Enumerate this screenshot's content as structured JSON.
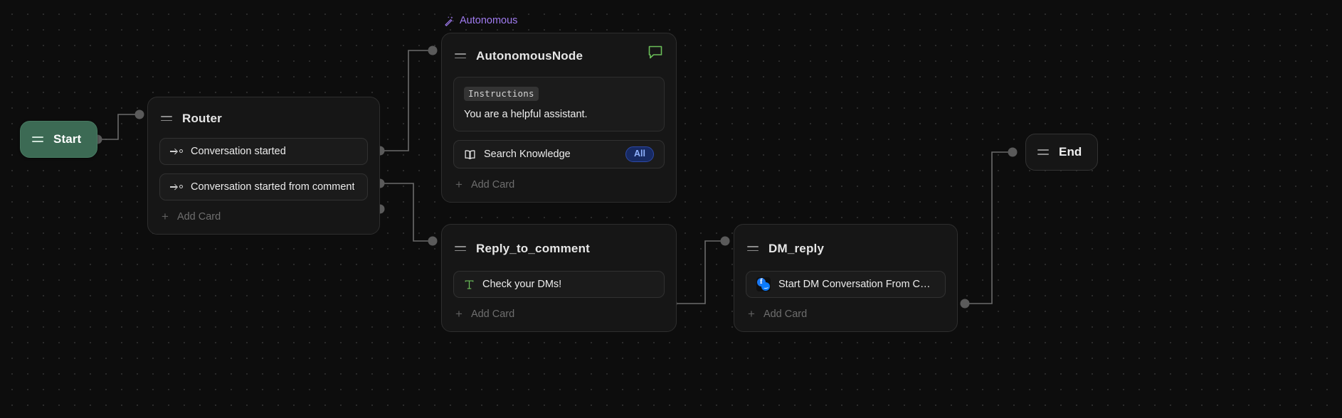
{
  "canvas": {
    "background_color": "#0d0d0d",
    "grid_dot_color": "#2b2b2b",
    "edge_color": "#6b6b6b"
  },
  "nodes": {
    "start": {
      "label": "Start",
      "color": "#3c6a54",
      "handle_icon": "drag-handle-icon"
    },
    "router": {
      "title": "Router",
      "add_card_label": "Add Card",
      "cards": [
        {
          "label": "Conversation started",
          "icon": "route-arrow-icon"
        },
        {
          "label": "Conversation started from comment",
          "icon": "route-arrow-icon"
        }
      ]
    },
    "autonomous": {
      "group_tag": "Autonomous",
      "group_tag_icon": "magic-wand-icon",
      "group_tag_color": "#a07bf0",
      "title": "AutonomousNode",
      "chat_icon": "chat-bubble-icon",
      "chat_icon_color": "#6bbf59",
      "instructions_tag": "Instructions",
      "instructions_text": "You are a helpful assistant.",
      "knowledge_card": {
        "label": "Search Knowledge",
        "icon": "book-icon",
        "badge": "All",
        "badge_color": "#8fb2ff"
      },
      "add_card_label": "Add Card"
    },
    "reply_to_comment": {
      "title": "Reply_to_comment",
      "add_card_label": "Add Card",
      "cards": [
        {
          "label": "Check your DMs!",
          "icon": "text-type-icon",
          "icon_color": "#6bbf59"
        }
      ]
    },
    "dm_reply": {
      "title": "DM_reply",
      "add_card_label": "Add Card",
      "cards": [
        {
          "label": "Start DM Conversation From Com...",
          "icon": "messenger-icon"
        }
      ]
    },
    "end": {
      "label": "End",
      "handle_icon": "drag-handle-icon"
    }
  }
}
